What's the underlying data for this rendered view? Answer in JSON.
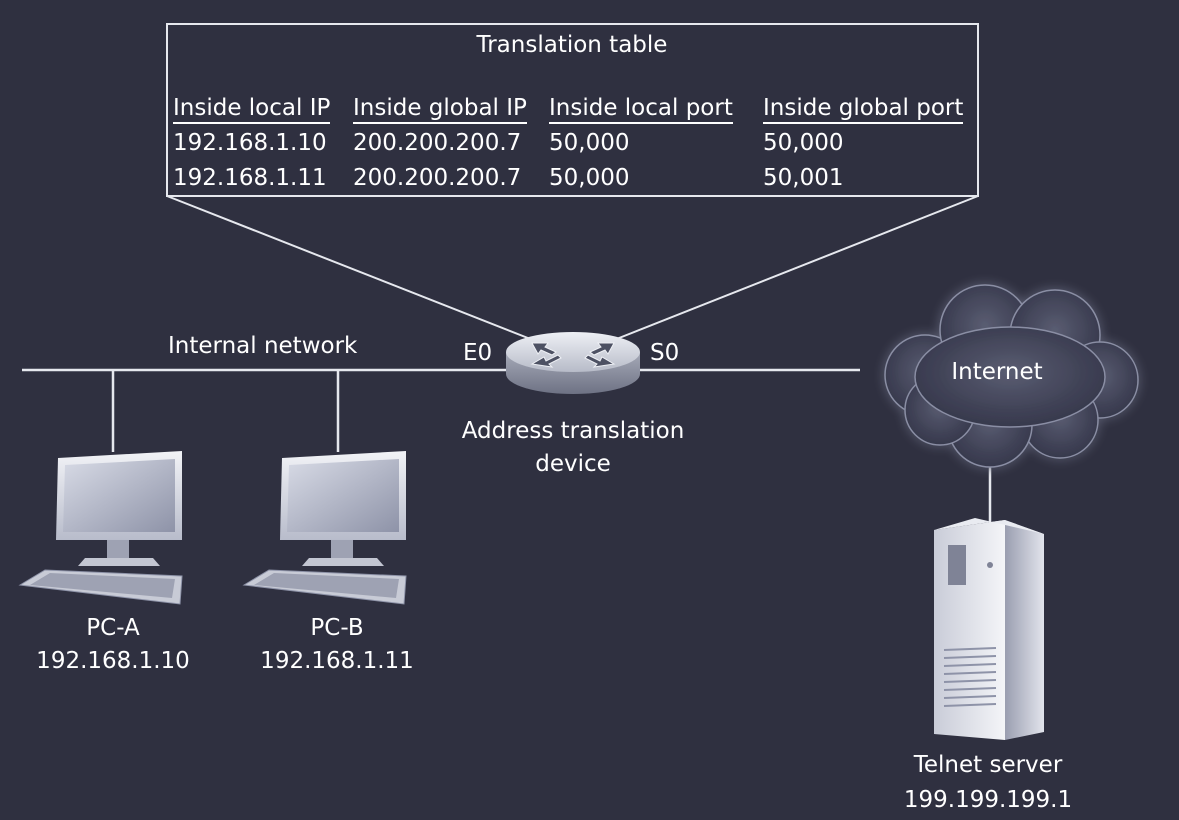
{
  "translation_table": {
    "title": "Translation table",
    "headers": [
      "Inside local IP",
      "Inside global IP",
      "Inside local port",
      "Inside global port"
    ],
    "rows": [
      [
        "192.168.1.10",
        "200.200.200.7",
        "50,000",
        "50,000"
      ],
      [
        "192.168.1.11",
        "200.200.200.7",
        "50,000",
        "50,001"
      ]
    ]
  },
  "network": {
    "internal_label": "Internal network",
    "e0_label": "E0",
    "s0_label": "S0",
    "router_label_line1": "Address translation",
    "router_label_line2": "device",
    "internet_label": "Internet"
  },
  "hosts": {
    "pc_a": {
      "name": "PC-A",
      "ip": "192.168.1.10"
    },
    "pc_b": {
      "name": "PC-B",
      "ip": "192.168.1.11"
    },
    "server": {
      "name": "Telnet server",
      "ip": "199.199.199.1"
    }
  },
  "colors": {
    "background": "#2f3040",
    "lines": "#e6e8ee",
    "text": "#ffffff"
  },
  "icons": [
    "router-icon",
    "cloud-icon",
    "monitor-icon",
    "keyboard-icon",
    "server-icon"
  ]
}
